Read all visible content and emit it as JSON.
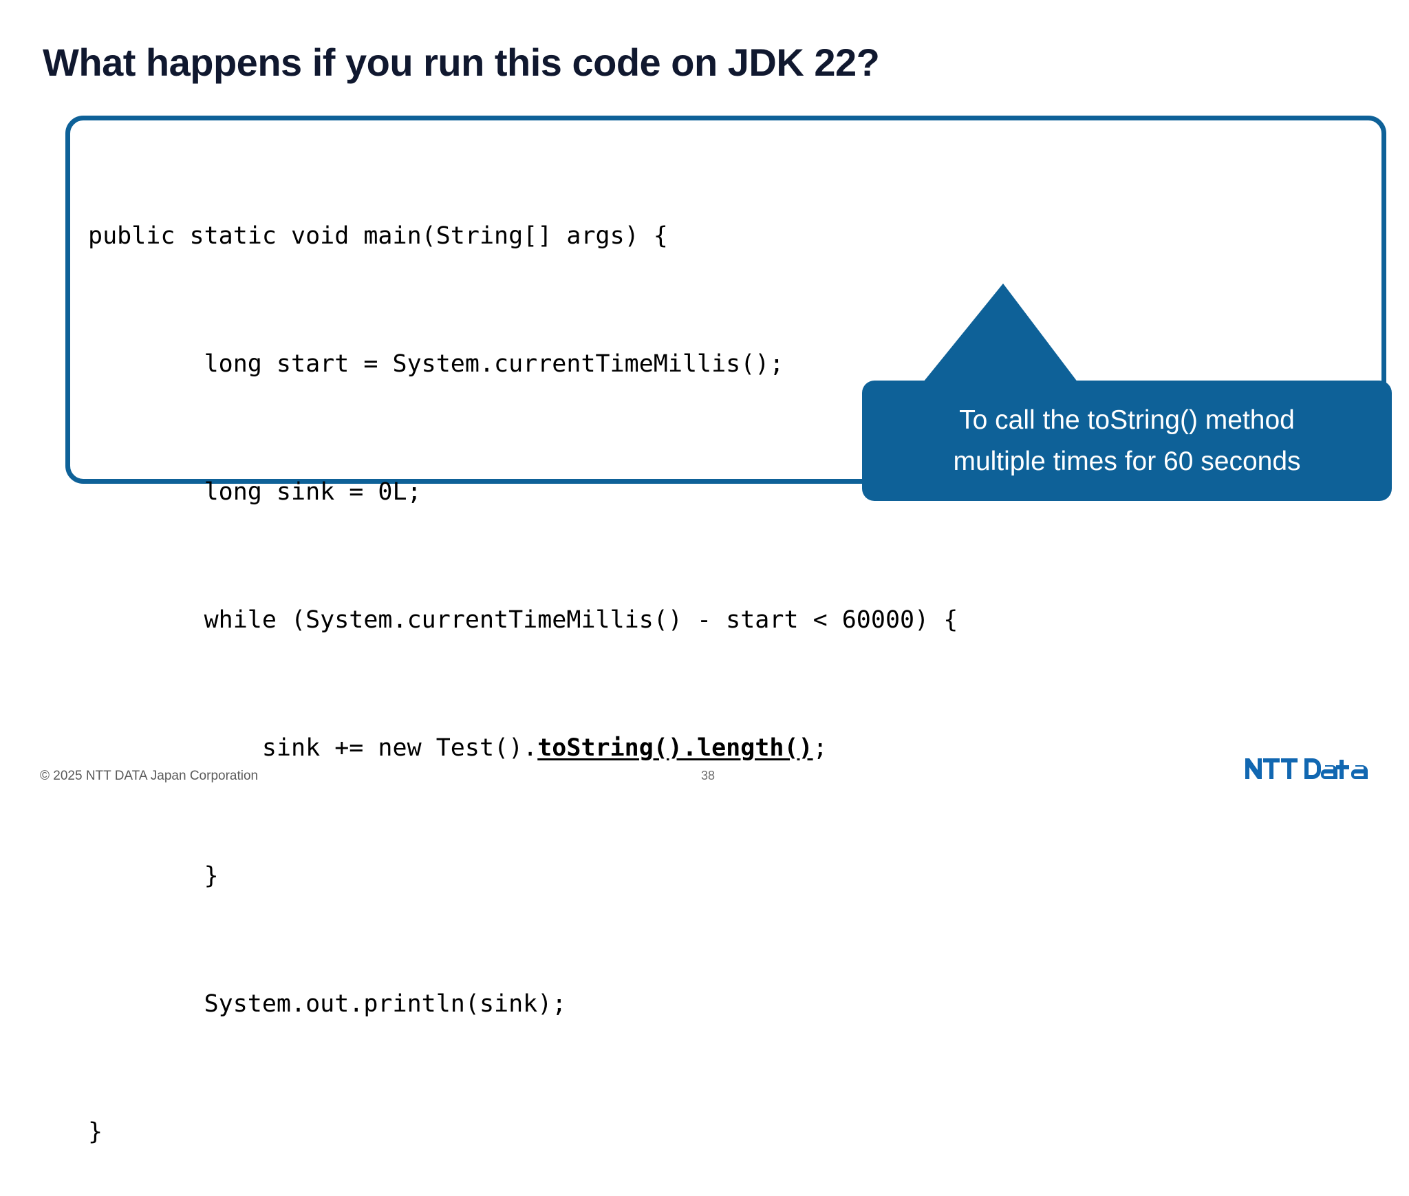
{
  "slide": {
    "title": "What happens if you run this code on JDK 22?"
  },
  "code_block": {
    "language": "java",
    "lines": [
      {
        "text": "public static void main(String[] args) {"
      },
      {
        "text": "        long start = System.currentTimeMillis();"
      },
      {
        "text": "        long sink = 0L;"
      },
      {
        "text": "        while (System.currentTimeMillis() - start < 60000) {"
      },
      {
        "pre": "            sink += new Test().",
        "highlight": "toString().length()",
        "post": ";"
      },
      {
        "text": "        }"
      },
      {
        "text": "        System.out.println(sink);"
      },
      {
        "text": "}"
      }
    ]
  },
  "callout": {
    "line1": "To call the toString() method",
    "line2": "multiple times for 60 seconds",
    "background_color": "#0e6198",
    "text_color": "#ffffff"
  },
  "footer": {
    "copyright": "© 2025 NTT DATA Japan Corporation",
    "page_number": "38",
    "logo_text_primary": "NTT",
    "logo_text_secondary": "DaTa",
    "logo_color": "#1167b1"
  },
  "theme": {
    "title_color": "#10182f",
    "accent_blue": "#0e6198",
    "code_text_color": "#000000",
    "background": "#ffffff"
  }
}
